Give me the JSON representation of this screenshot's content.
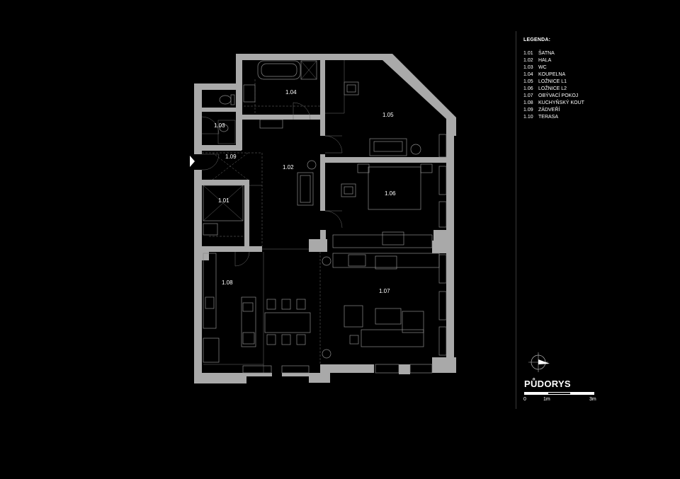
{
  "plan": {
    "rooms": [
      {
        "code": "1.01"
      },
      {
        "code": "1.02"
      },
      {
        "code": "1.03"
      },
      {
        "code": "1.04"
      },
      {
        "code": "1.05"
      },
      {
        "code": "1.06"
      },
      {
        "code": "1.07"
      },
      {
        "code": "1.08"
      },
      {
        "code": "1.09"
      }
    ]
  },
  "legend": {
    "title": "LEGENDA:",
    "items": [
      {
        "code": "1.01",
        "name": "ŠATNA"
      },
      {
        "code": "1.02",
        "name": "HALA"
      },
      {
        "code": "1.03",
        "name": "WC"
      },
      {
        "code": "1.04",
        "name": "KOUPELNA"
      },
      {
        "code": "1.05",
        "name": "LOŽNICE L1"
      },
      {
        "code": "1.06",
        "name": "LOŽNICE L2"
      },
      {
        "code": "1.07",
        "name": "OBÝVACÍ POKOJ"
      },
      {
        "code": "1.08",
        "name": "KUCHYŇSKÝ KOUT"
      },
      {
        "code": "1.09",
        "name": "ZÁDVEŘÍ"
      },
      {
        "code": "1.10",
        "name": "TERASA"
      }
    ]
  },
  "drawing_title": "PŮDORYS",
  "scale_bar": {
    "labels": [
      "0",
      "1m",
      "3m"
    ]
  }
}
